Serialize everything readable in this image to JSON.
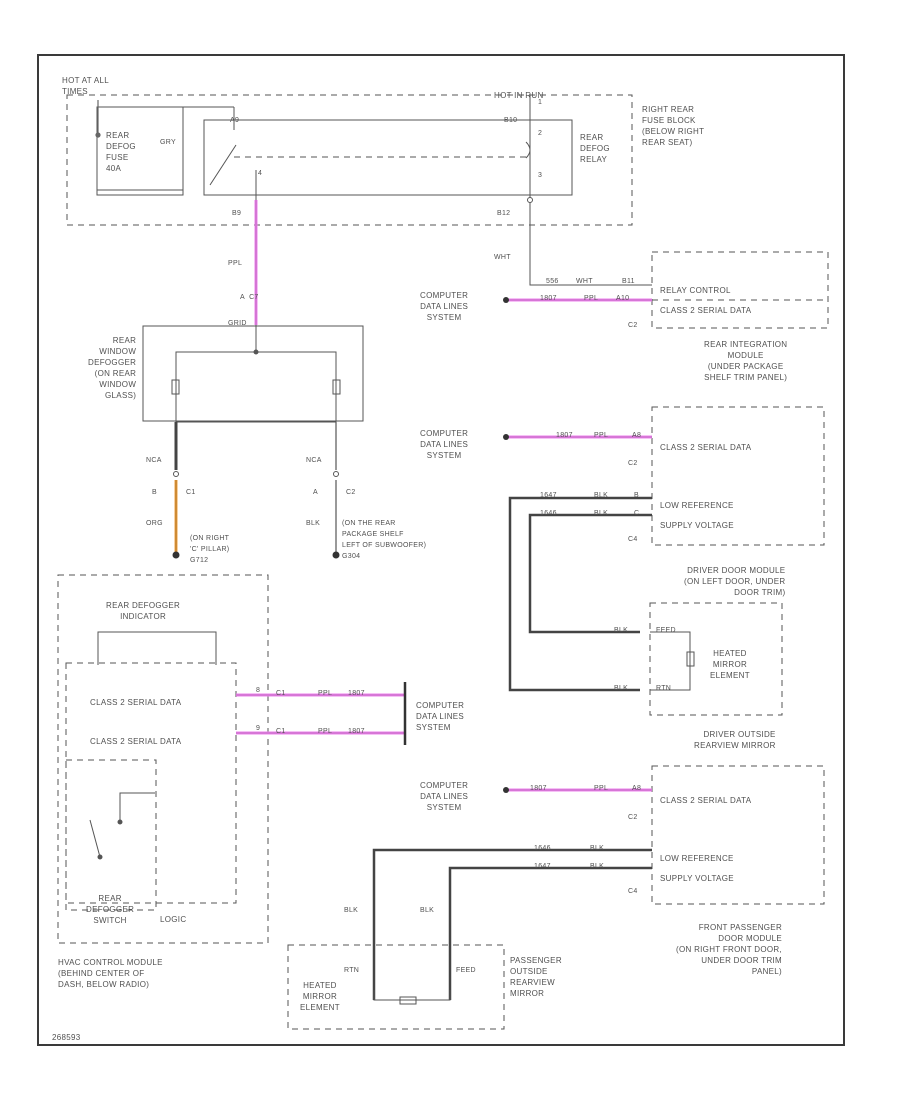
{
  "fuse_block": {
    "hot_label": "HOT AT ALL\nTIMES",
    "hot_run_label": "HOT IN RUN",
    "name": "RIGHT REAR\nFUSE BLOCK\n(BELOW RIGHT\nREAR SEAT)",
    "fuse_label": "REAR\nDEFOG\nFUSE\n40A",
    "relay_label": "REAR\nDEFOG\nRELAY",
    "relay_wire": "GRY",
    "pin_a": "A9",
    "pin_b": "B9",
    "pin_c": "B10",
    "pin_d": "B12",
    "relay_pin_1": "1",
    "relay_pin_2": "2",
    "relay_pin_3": "3",
    "relay_pin_4": "4"
  },
  "rear_window": {
    "name": "REAR\nWINDOW\nDEFOGGER\n(ON REAR\nWINDOW\nGLASS)",
    "feed_wire": "PPL",
    "feed_conn": "A  C7",
    "grid_label": "GRID",
    "left_wire_top": "NCA",
    "right_wire_top": "NCA",
    "left_pin": "B",
    "left_conn": "C1",
    "right_pin": "A",
    "right_conn": "C2",
    "left_wire_bottom": "ORG",
    "right_wire_bottom": "BLK",
    "ground_left": "(ON RIGHT\n'C' PILLAR)\nG712",
    "ground_right": "(ON THE REAR\nPACKAGE SHELF\nLEFT OF SUBWOOFER)\nG304"
  },
  "rim": {
    "name": "REAR INTEGRATION\nMODULE\n(UNDER PACKAGE\nSHELF TRIM PANEL)",
    "relay_control": "RELAY CONTROL",
    "serial": "CLASS 2 SERIAL DATA",
    "wire_wht": "WHT",
    "wire_wht2": "WHT",
    "wire_num": "556",
    "pin_b11": "B11",
    "pin_a10": "A10",
    "wire_ppl": "PPL",
    "wire_num2": "1807",
    "conn": "C2"
  },
  "computer_bus": {
    "label": "COMPUTER\nDATA LINES\nSYSTEM"
  },
  "driver_door": {
    "name": "DRIVER DOOR MODULE\n(ON LEFT DOOR, UNDER\nDOOR TRIM)",
    "serial": "CLASS 2 SERIAL DATA",
    "low_ref": "LOW REFERENCE",
    "supply": "SUPPLY VOLTAGE",
    "conn_c2": "C2",
    "conn_c4": "C4",
    "wire_ppl": "PPL",
    "wire_num": "1807",
    "pin_a": "A8",
    "wire_blk": "BLK",
    "wire_blk2": "BLK",
    "wire_num_a": "1647",
    "wire_num_b": "1646",
    "pin_b": "B",
    "pin_c": "C"
  },
  "driver_mirror": {
    "name": "DRIVER OUTSIDE\nREARVIEW MIRROR",
    "element": "HEATED\nMIRROR\nELEMENT",
    "pin_feed": "FEED",
    "pin_rtn": "RTN",
    "wire_1": "BLK",
    "wire_2": "BLK"
  },
  "hvac": {
    "name": "HVAC CONTROL MODULE\n(BEHIND CENTER OF\nDASH, BELOW RADIO)",
    "indicator": "REAR DEFOGGER\nINDICATOR",
    "serial_1": "CLASS 2 SERIAL DATA",
    "serial_2": "CLASS 2 SERIAL DATA",
    "switch": "REAR\nDEFOGGER\nSWITCH",
    "logic": "LOGIC",
    "pin_1": "8",
    "pin_2": "9",
    "wire_1": "PPL",
    "wire_num_1": "1807",
    "wire_2": "PPL",
    "wire_num_2": "1807",
    "conn_1": "C1",
    "conn_2": "C1"
  },
  "pass_door": {
    "name": "FRONT PASSENGER\nDOOR MODULE\n(ON RIGHT FRONT DOOR,\nUNDER DOOR TRIM\nPANEL)",
    "serial": "CLASS 2 SERIAL DATA",
    "low_ref": "LOW REFERENCE",
    "supply": "SUPPLY VOLTAGE",
    "conn_c2": "C2",
    "conn_c4": "C4",
    "wire_ppl": "PPL",
    "wire_num": "1807",
    "pin_a": "A8",
    "wire_blk": "BLK",
    "wire_blk2": "BLK",
    "wire_num_a": "1646",
    "wire_num_b": "1647"
  },
  "pass_mirror": {
    "name": "PASSENGER\nOUTSIDE\nREARVIEW\nMIRROR",
    "element": "HEATED\nMIRROR\nELEMENT",
    "pin_rtn": "RTN",
    "pin_feed": "FEED",
    "wire_1": "BLK",
    "wire_2": "BLK"
  },
  "footer": {
    "code": "268593"
  },
  "colors": {
    "frame": "#3a3a3a",
    "wire": "#444444",
    "data_wire": "#ee82ee",
    "orange_wire": "#f0a040"
  }
}
